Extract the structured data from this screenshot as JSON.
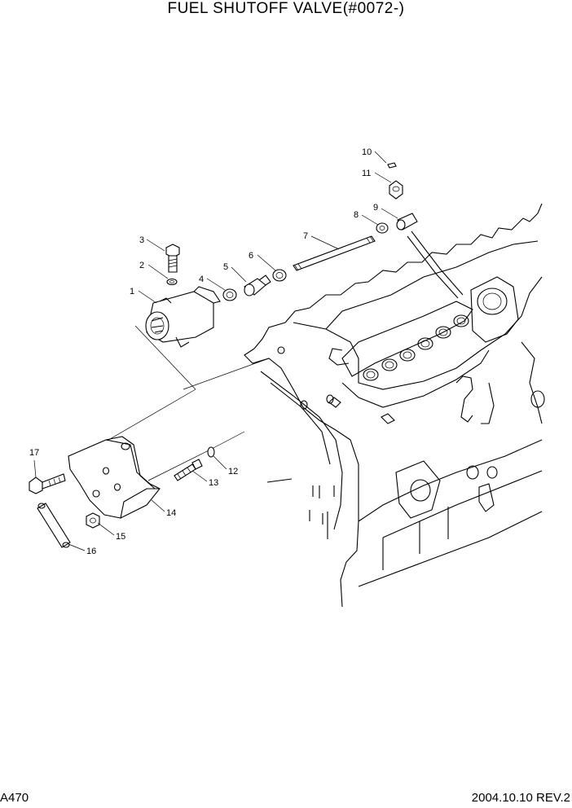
{
  "title": "FUEL SHUTOFF VALVE(#0072-)",
  "page_code": "A470",
  "revision": "2004.10.10  REV.2",
  "parts": [
    "1",
    "2",
    "3",
    "4",
    "5",
    "6",
    "7",
    "8",
    "9",
    "10",
    "11",
    "12",
    "13",
    "14",
    "15",
    "16",
    "17"
  ]
}
